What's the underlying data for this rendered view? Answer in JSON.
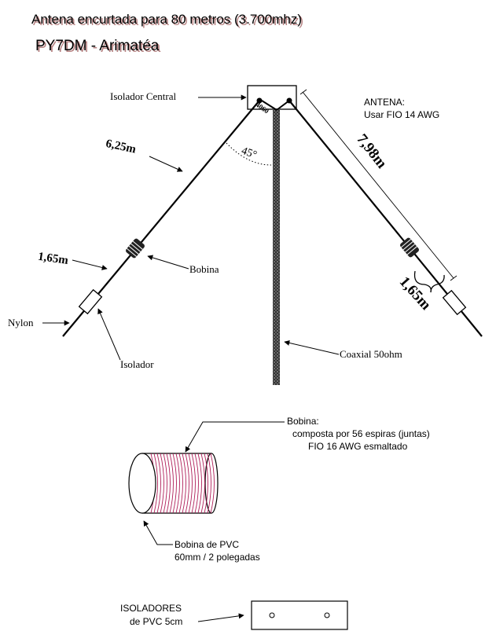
{
  "title": "Antena encurtada para 80 metros (3.700mhz)",
  "author": "PY7DM - Arimatéa",
  "labels": {
    "isolador_central": "Isolador Central",
    "antena_line1": "ANTENA:",
    "antena_line2": "Usar FIO 14 AWG",
    "len_left": "6,25m",
    "angle": "45°",
    "len_right": "7,98m",
    "len_left_tail": "1,65m",
    "len_right_tail": "1,65m",
    "bobina": "Bobina",
    "nylon": "Nylon",
    "isolador": "Isolador",
    "coaxial": "Coaxial 50ohm",
    "coil_desc_line1": "Bobina:",
    "coil_desc_line2": "composta por 56 espiras (juntas)",
    "coil_desc_line3": "FIO 16 AWG  esmaltado",
    "pvc_line1": "Bobina de PVC",
    "pvc_line2": "60mm / 2 polegadas",
    "isoladores_line1": "ISOLADORES",
    "isoladores_line2": "de  PVC  5cm"
  },
  "colors": {
    "text": "#000000",
    "title_shadow": "#7a1a1a",
    "coil_winding": "#b0205a"
  }
}
